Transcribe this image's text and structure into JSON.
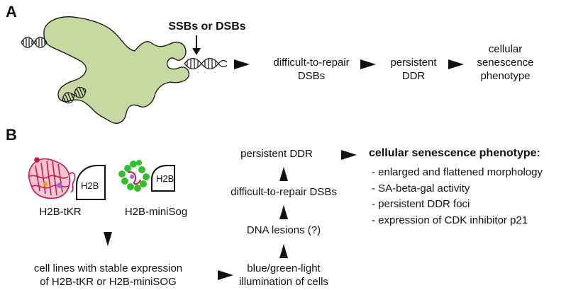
{
  "panel_a": {
    "label": "A",
    "lesion_label": "SSBs or DSBs",
    "flow": [
      "difficult-to-repair\nDSBs",
      "persistent\nDDR",
      "cellular\nsenescence\nphenotype"
    ]
  },
  "panel_b": {
    "label": "B",
    "protein1": {
      "name": "H2B-tKR",
      "tag": "H2B"
    },
    "protein2": {
      "name": "H2B-miniSog",
      "tag": "H2B"
    },
    "cell_lines": "cell lines with stable expression\nof H2B-tKR or H2B-miniSOG",
    "illumination": "blue/green-light\nillumination of cells",
    "dna_lesions": "DNA lesions (?)",
    "difficult_dsbs": "difficult-to-repair DSBs",
    "persistent_ddr": "persistent DDR",
    "phenotype_title": "cellular senescence phenotype:",
    "phenotype_items": [
      "- enlarged and flattened morphology",
      "- SA-beta-gal activity",
      "- persistent DDR foci",
      "- expression of CDK inhibitor p21"
    ]
  },
  "colors": {
    "cell_fill": "#c5d9a0",
    "tkr_red": "#c8184a",
    "minisog_green": "#2fc02a"
  }
}
